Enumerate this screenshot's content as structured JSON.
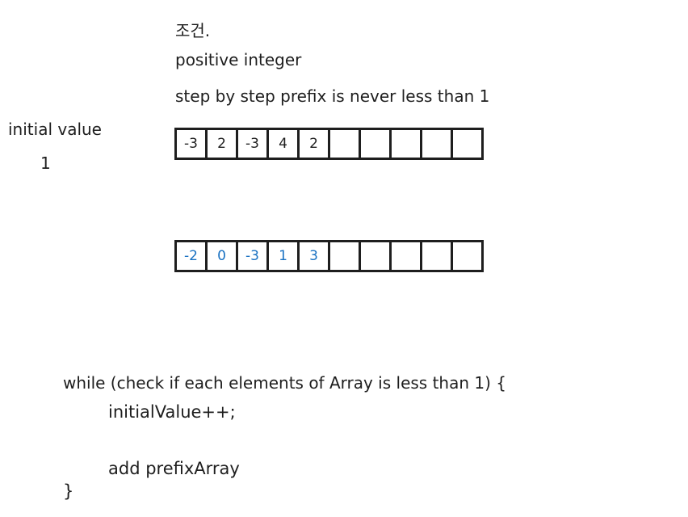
{
  "notes": {
    "heading": "조건.",
    "line1": "positive integer",
    "line2": "step by step prefix is never less than 1"
  },
  "initial": {
    "label": "initial value",
    "value": "1"
  },
  "arrays": {
    "input": {
      "cells": [
        "-3",
        "2",
        "-3",
        "4",
        "2",
        "",
        "",
        "",
        "",
        ""
      ]
    },
    "prefix": {
      "cells": [
        "-2",
        "0",
        "-3",
        "1",
        "3",
        "",
        "",
        "",
        "",
        ""
      ],
      "text_color": "#1971c2"
    }
  },
  "code": {
    "line1": "while (check if each elements of Array is less than 1) {",
    "line2": "initialValue++;",
    "line3": "add prefixArray",
    "line4": "}"
  },
  "colors": {
    "ink": "#1e1e1e",
    "blue": "#1971c2",
    "background": "#ffffff"
  }
}
